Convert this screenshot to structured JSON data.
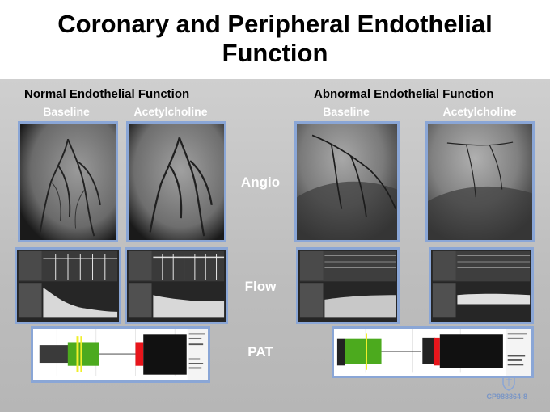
{
  "title_line1": "Coronary and Peripheral Endothelial",
  "title_line2": "Function",
  "normal": {
    "heading": "Normal  Endothelial Function",
    "baseline": "Baseline",
    "acetylcholine": "Acetylcholine"
  },
  "abnormal": {
    "heading": "Abnormal Endothelial Function",
    "baseline": "Baseline",
    "acetylcholine": "Acetylcholine"
  },
  "rows": {
    "angio": "Angio",
    "flow": "Flow",
    "pat": "PAT"
  },
  "doc_code": "CP988864-8",
  "colors": {
    "frame": "#8aa6d6",
    "pat_green": "#4caa1e",
    "pat_red": "#e8151b",
    "pat_yellow": "#f0ef2a"
  }
}
